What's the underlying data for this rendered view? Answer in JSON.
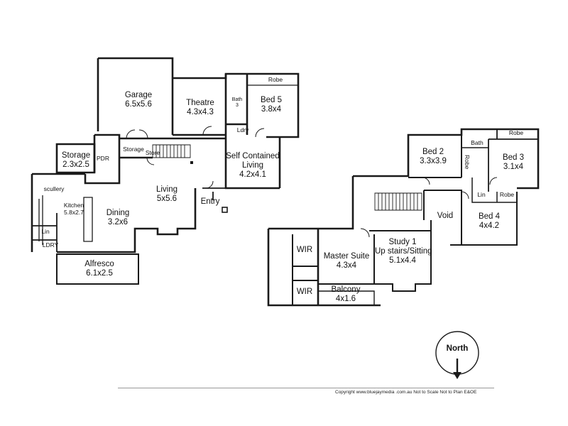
{
  "ground_floor": {
    "garage": {
      "name": "Garage",
      "dims": "6.5x5.6"
    },
    "theatre": {
      "name": "Theatre",
      "dims": "4.3x4.3"
    },
    "bath3": {
      "name": "Bath",
      "num": "3"
    },
    "robe_bed5": "Robe",
    "bed5": {
      "name": "Bed 5",
      "dims": "3.8x4"
    },
    "ldry_small": "Ldry",
    "storage_room": {
      "name": "Storage",
      "dims": "2.3x2.5"
    },
    "pdr": "PDR",
    "storage_small": "Storage",
    "store": "Store",
    "self_contained": {
      "line1": "Self Contained",
      "line2": "Living",
      "dims": "4.2x4.1"
    },
    "living": {
      "name": "Living",
      "dims": "5x5.6"
    },
    "entry": "Entry",
    "scullery": "scullery",
    "kitchen": {
      "name": "Kitchen",
      "dims": "5.8x2.7"
    },
    "dining": {
      "name": "Dining",
      "dims": "3.2x6"
    },
    "lin": "Lin",
    "ldry": "LDRY",
    "alfresco": {
      "name": "Alfresco",
      "dims": "6.1x2.5"
    }
  },
  "upper_floor": {
    "bed2": {
      "name": "Bed 2",
      "dims": "3.3x3.9"
    },
    "bath": "Bath",
    "robe_bed2": "Robe",
    "robe_bed3": "Robe",
    "bed3": {
      "name": "Bed 3",
      "dims": "3.1x4"
    },
    "lin": "Lin",
    "robe_bed4": "Robe",
    "void": "Void",
    "bed4": {
      "name": "Bed 4",
      "dims": "4x4.2"
    },
    "wir_top": "WIR",
    "wir_bottom": "WIR",
    "master": {
      "name": "Master Suite",
      "dims": "4.3x4"
    },
    "study": {
      "line1": "Study 1",
      "line2": "Up stairs/Sitting",
      "dims": "5.1x4.4"
    },
    "balcony": {
      "name": "Balcony",
      "dims": "4x1.6"
    }
  },
  "compass": {
    "label": "North"
  },
  "footer": "Copyright www.bluejaymedia .com.au  Not to Scale Not to Plan E&OE"
}
